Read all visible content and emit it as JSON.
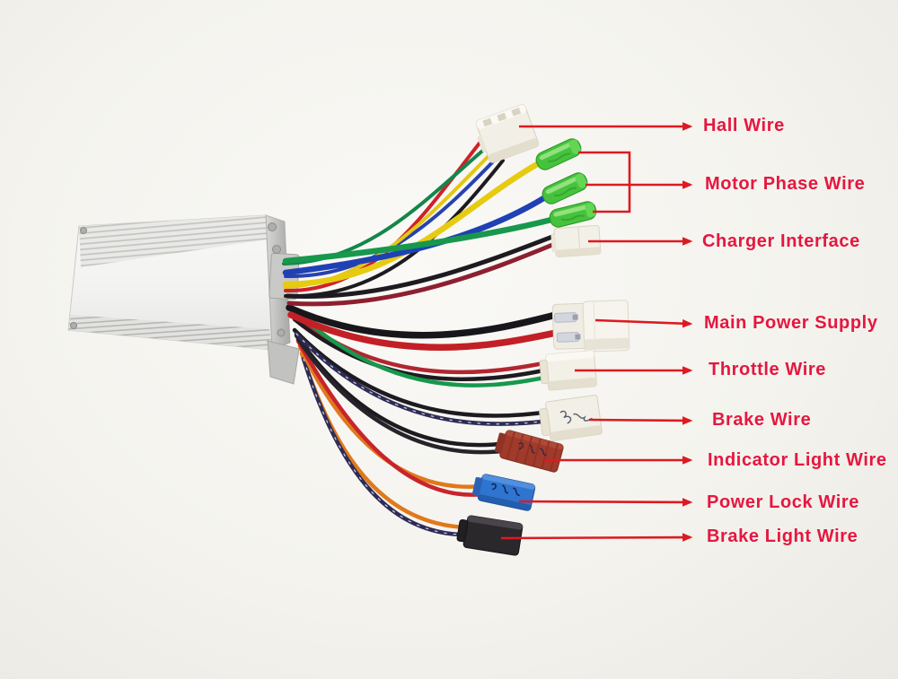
{
  "image": {
    "type": "annotated-product-photo",
    "subject": "Brushless motor controller with labeled wiring connectors",
    "background_color": "#f4f3ef"
  },
  "annotation": {
    "text_color": "#e5173f",
    "arrow_color": "#dc1a21",
    "labels": [
      {
        "id": "hall-wire",
        "text": "Hall Wire"
      },
      {
        "id": "motor-phase-wire",
        "text": "Motor Phase Wire"
      },
      {
        "id": "charger-interface",
        "text": "Charger Interface"
      },
      {
        "id": "main-power-supply",
        "text": "Main Power Supply"
      },
      {
        "id": "throttle-wire",
        "text": "Throttle Wire"
      },
      {
        "id": "brake-wire",
        "text": "Brake Wire"
      },
      {
        "id": "indicator-light-wire",
        "text": "Indicator Light Wire"
      },
      {
        "id": "power-lock-wire",
        "text": "Power Lock Wire"
      },
      {
        "id": "brake-light-wire",
        "text": "Brake Light Wire"
      }
    ]
  },
  "device": {
    "case_color": "#ececea",
    "end_plate_color": "#bdbdbb",
    "connectors": [
      {
        "id": "hall-connector",
        "color": "#f2efe6"
      },
      {
        "id": "motor-phase-bullets",
        "color": "#46c33d",
        "count": 3
      },
      {
        "id": "charger-connector",
        "color": "#f3f0e7"
      },
      {
        "id": "main-power-connector",
        "color": "#f6f4ed"
      },
      {
        "id": "throttle-connector",
        "color": "#f3f0e7"
      },
      {
        "id": "brake-connector",
        "color": "#f2efe6"
      },
      {
        "id": "indicator-connector",
        "color": "#a03a2b"
      },
      {
        "id": "power-lock-connector",
        "color": "#2f74cf"
      },
      {
        "id": "brake-light-connector",
        "color": "#2b282c"
      }
    ],
    "wire_colors": [
      "#17984d",
      "#1f41b5",
      "#e6cb11",
      "#cf2127",
      "#1d1b1f",
      "#8d2030",
      "#c8242c",
      "#e0791c",
      "#2e2c54"
    ]
  }
}
